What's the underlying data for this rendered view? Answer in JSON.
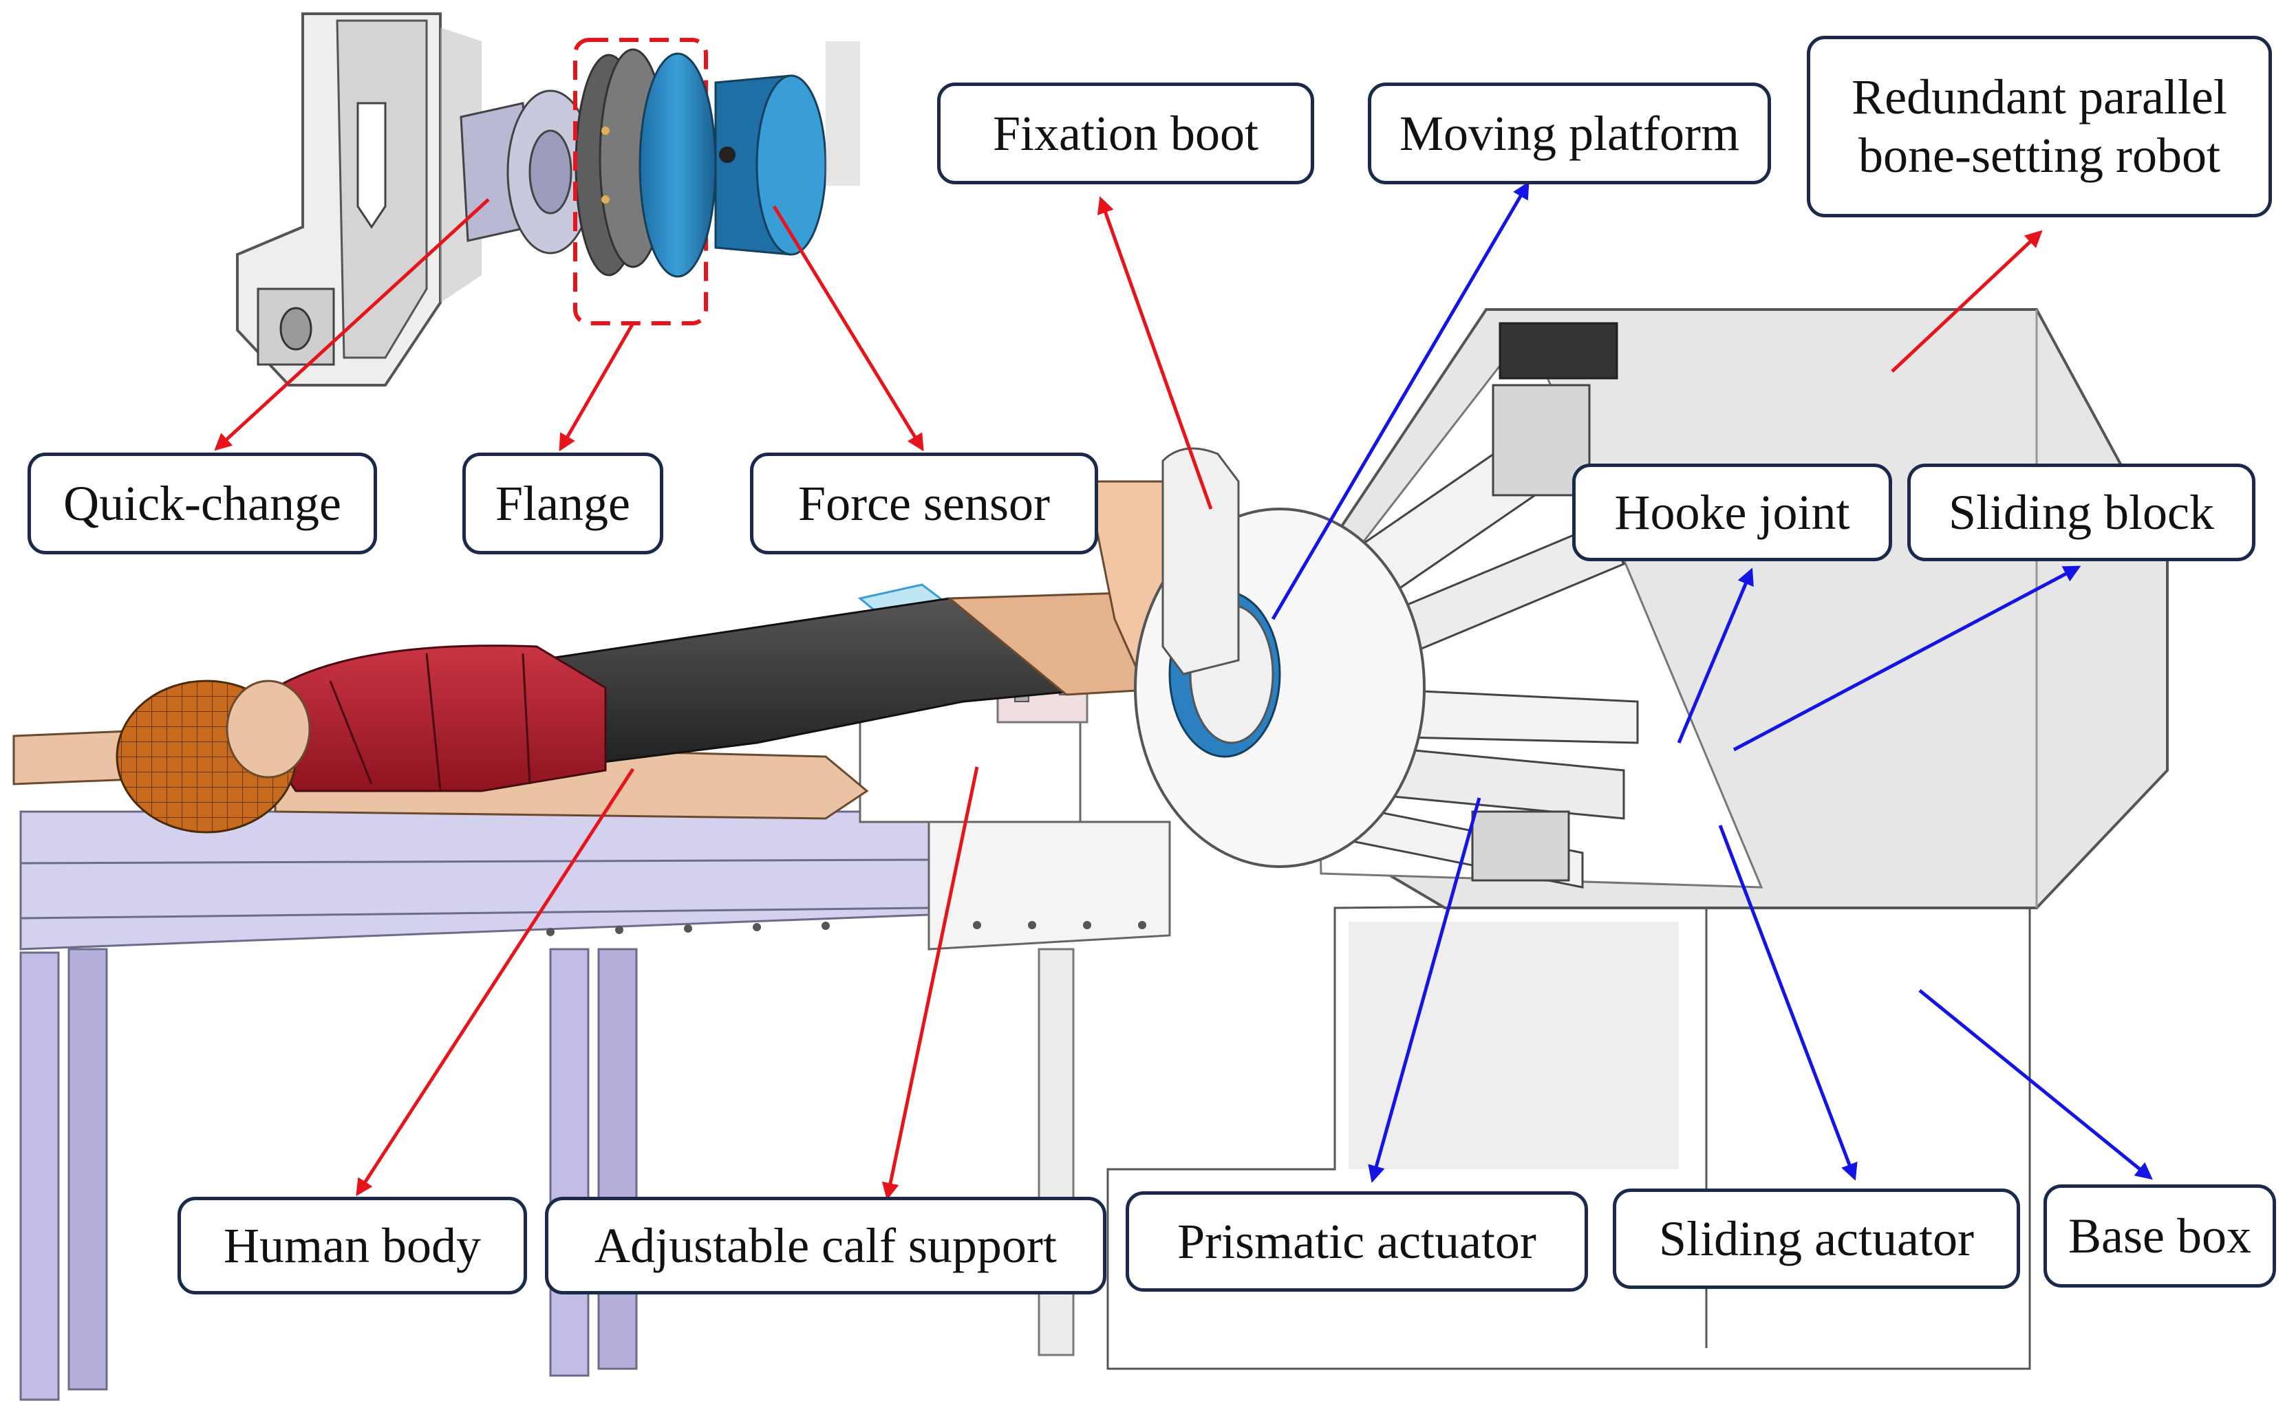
{
  "labels": {
    "quick_change": "Quick-change",
    "flange": "Flange",
    "force_sensor": "Force sensor",
    "fixation_boot": "Fixation boot",
    "moving_platform": "Moving platform",
    "robot_line1": "Redundant parallel",
    "robot_line2": "bone-setting robot",
    "hooke_joint": "Hooke joint",
    "sliding_block": "Sliding block",
    "human_body": "Human body",
    "calf_support": "Adjustable calf support",
    "prismatic_actuator": "Prismatic actuator",
    "sliding_actuator": "Sliding actuator",
    "base_box": "Base box"
  },
  "colors": {
    "red_arrow": "#e8141c",
    "blue_arrow": "#1414e6",
    "box_border": "#1b2a4a",
    "table_top": "#c9c6e8",
    "table_side": "#b9b5e0",
    "robot_gray": "#e6e6e6",
    "platform_white": "#f7f7f7",
    "shirt": "#b0222e",
    "pants": "#3a3a3a",
    "skin": "#e9b48e",
    "hair": "#c86a1e",
    "flange_gray": "#6d6d6d",
    "sensor_blue": "#1f7fb8"
  }
}
